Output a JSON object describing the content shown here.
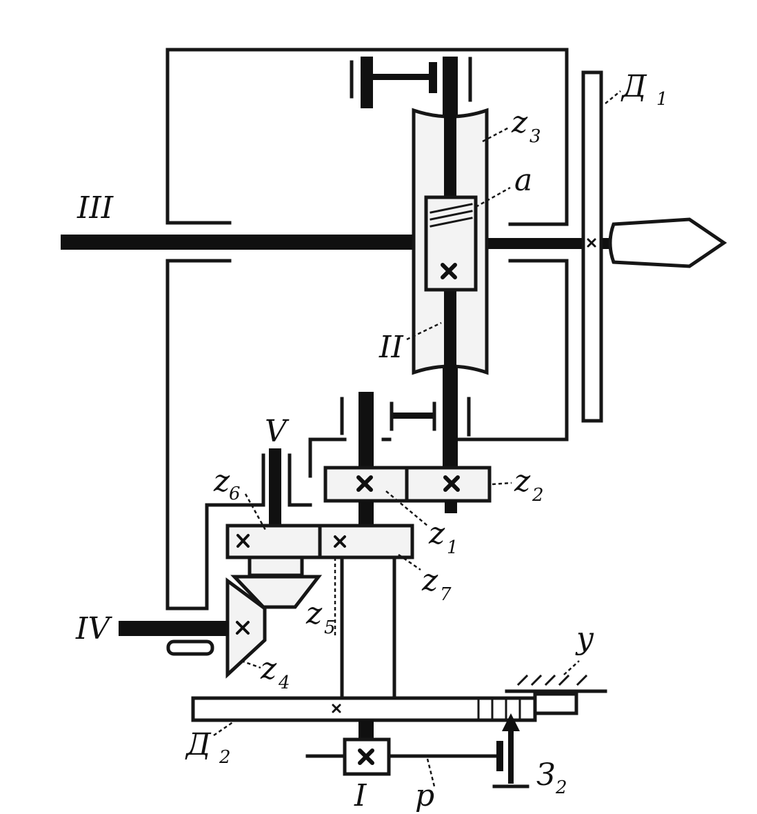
{
  "labels": {
    "shaft_I": "I",
    "shaft_II": "II",
    "shaft_III": "III",
    "shaft_IV": "IV",
    "shaft_V": "V",
    "point_a": "a",
    "point_p": "p",
    "point_y": "y",
    "disk_D1": "Д",
    "disk_D1_sub": "1",
    "disk_D2": "Д",
    "disk_D2_sub": "2",
    "stop_Z2": "З",
    "stop_Z2_sub": "2",
    "gear_z1": "z",
    "gear_z1_sub": "1",
    "gear_z2": "z",
    "gear_z2_sub": "2",
    "gear_z3": "z",
    "gear_z3_sub": "3",
    "gear_z4": "z",
    "gear_z4_sub": "4",
    "gear_z5": "z",
    "gear_z5_sub": "5",
    "gear_z6": "z",
    "gear_z6_sub": "6",
    "gear_z7": "z",
    "gear_z7_sub": "7"
  }
}
